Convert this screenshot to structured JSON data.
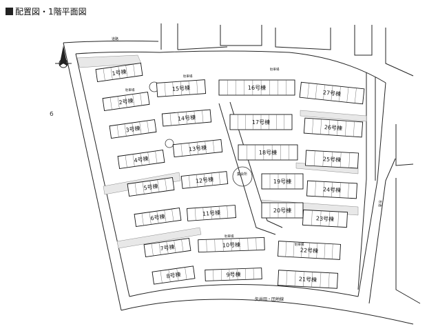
{
  "title": "配置図・1階平面図",
  "compass": {
    "icon": "north-arrow-icon"
  },
  "margin_mark": "6",
  "buildings": [
    {
      "id": "b1",
      "label": "1号棟"
    },
    {
      "id": "b2",
      "label": "2号棟"
    },
    {
      "id": "b3",
      "label": "3号棟"
    },
    {
      "id": "b4",
      "label": "4号棟"
    },
    {
      "id": "b5",
      "label": "5号棟"
    },
    {
      "id": "b6",
      "label": "6号棟"
    },
    {
      "id": "b7",
      "label": "7号棟"
    },
    {
      "id": "b8",
      "label": "8号棟"
    },
    {
      "id": "b9",
      "label": "9号棟"
    },
    {
      "id": "b10",
      "label": "10号棟"
    },
    {
      "id": "b11",
      "label": "11号棟"
    },
    {
      "id": "b12",
      "label": "12号棟"
    },
    {
      "id": "b13",
      "label": "13号棟"
    },
    {
      "id": "b14",
      "label": "14号棟"
    },
    {
      "id": "b15",
      "label": "15号棟"
    },
    {
      "id": "b16",
      "label": "16号棟"
    },
    {
      "id": "b17",
      "label": "17号棟"
    },
    {
      "id": "b18",
      "label": "18号棟"
    },
    {
      "id": "b19",
      "label": "19号棟"
    },
    {
      "id": "b20",
      "label": "20号棟"
    },
    {
      "id": "b21",
      "label": "21号棟"
    },
    {
      "id": "b22",
      "label": "22号棟"
    },
    {
      "id": "b23",
      "label": "23号棟"
    },
    {
      "id": "b24",
      "label": "24号棟"
    },
    {
      "id": "b25",
      "label": "25号棟"
    },
    {
      "id": "b26",
      "label": "26号棟"
    },
    {
      "id": "b27",
      "label": "27号棟"
    }
  ],
  "small_labels": {
    "parking": "駐車場",
    "road_top": "道路",
    "road_right": "市道",
    "road_bottom": "矢井田・団地線",
    "meeting_hall": "集会所"
  }
}
